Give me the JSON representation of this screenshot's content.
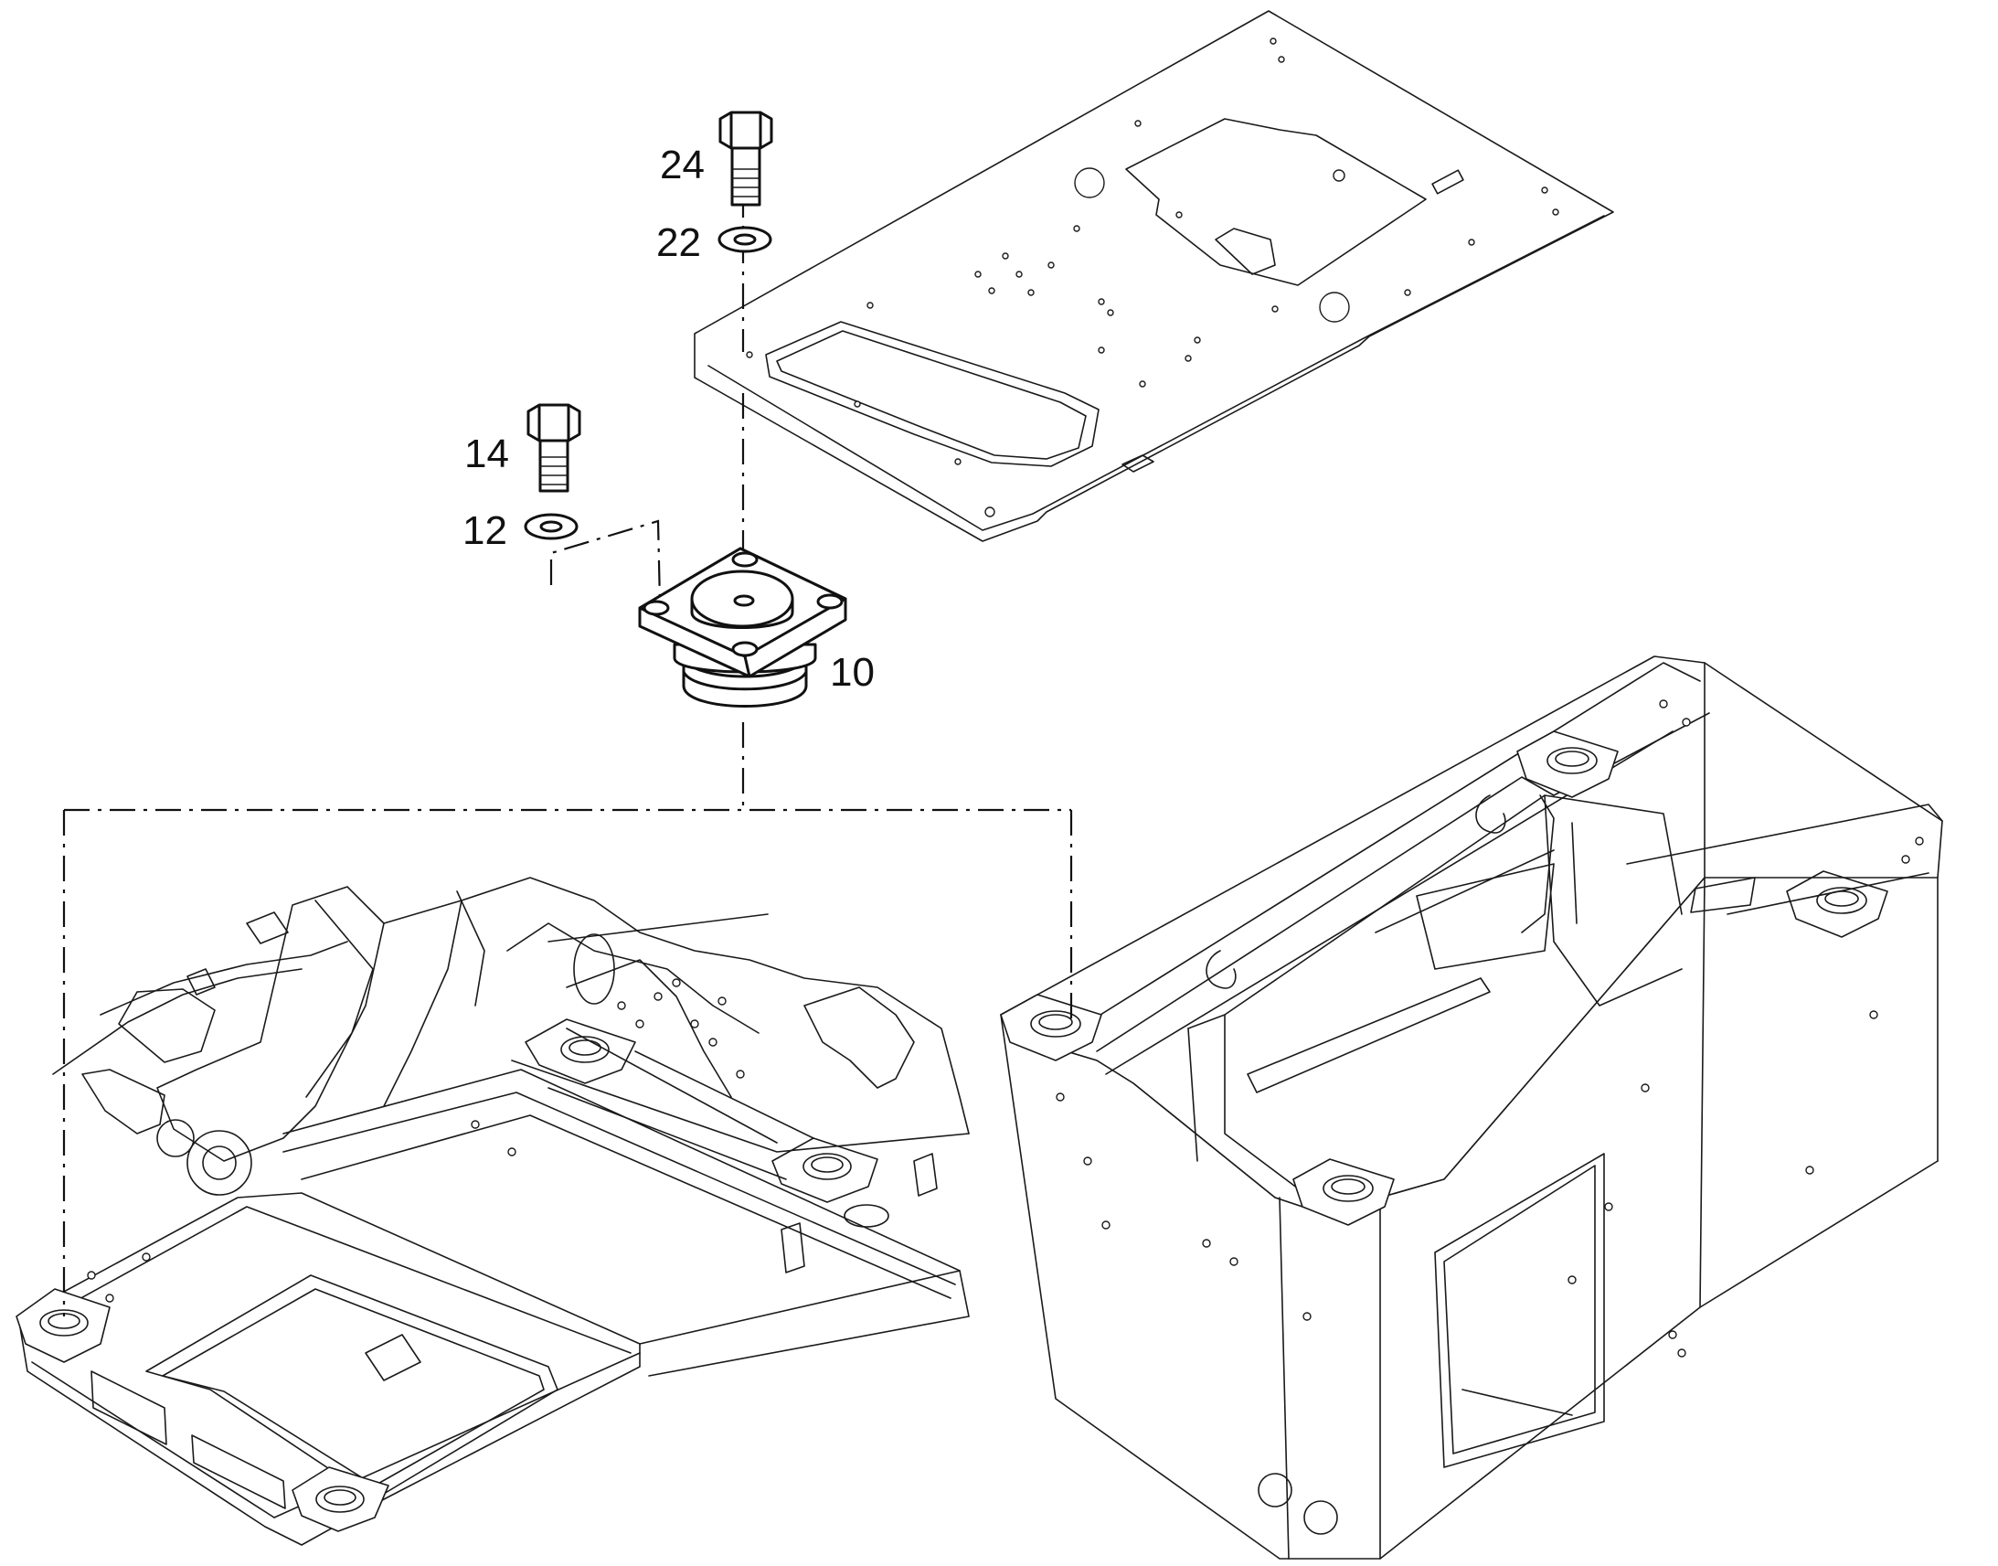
{
  "diagram": {
    "parts": [
      {
        "key": "bolt_upper",
        "label": "24",
        "icon": "hex-bolt-icon"
      },
      {
        "key": "washer_upper",
        "label": "22",
        "icon": "washer-icon"
      },
      {
        "key": "bolt_lower",
        "label": "14",
        "icon": "hex-bolt-icon"
      },
      {
        "key": "washer_lower",
        "label": "12",
        "icon": "washer-icon"
      },
      {
        "key": "mount",
        "label": "10",
        "icon": "rubber-mount-icon"
      }
    ]
  },
  "colors": {
    "line": "#1a1a1a",
    "background": "#ffffff"
  }
}
